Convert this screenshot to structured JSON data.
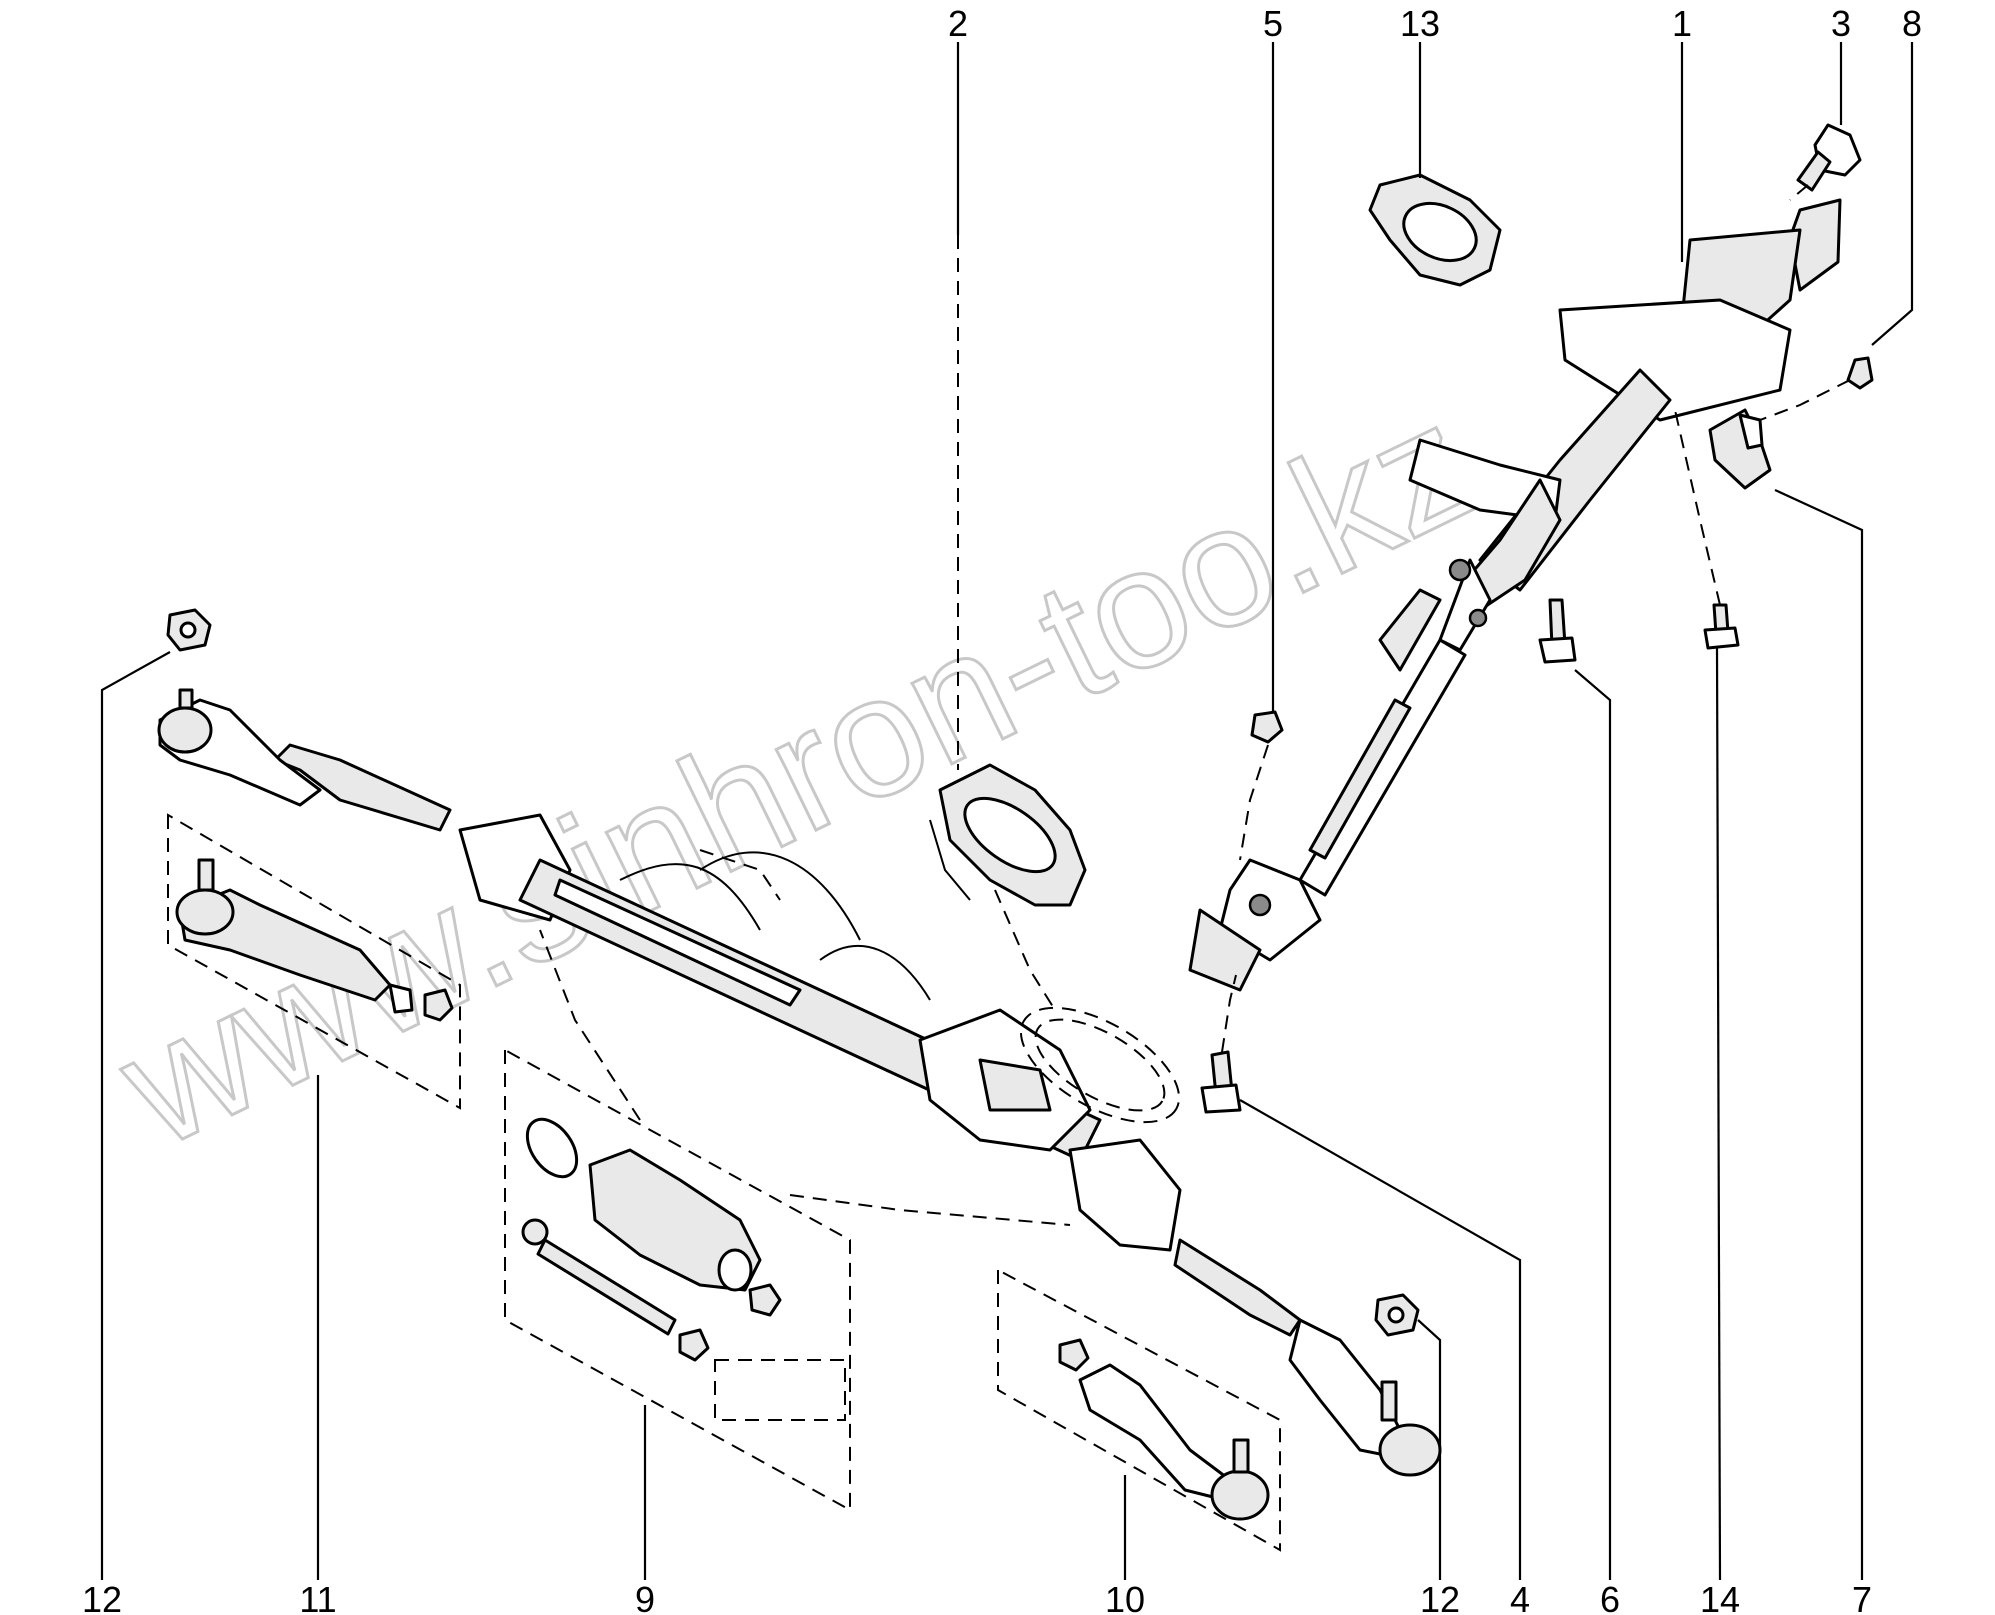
{
  "watermark": "www.sinhron-too.kz",
  "callouts": [
    {
      "id": "c1",
      "text": "1"
    },
    {
      "id": "c2",
      "text": "2"
    },
    {
      "id": "c3",
      "text": "3"
    },
    {
      "id": "c4",
      "text": "4"
    },
    {
      "id": "c5",
      "text": "5"
    },
    {
      "id": "c6",
      "text": "6"
    },
    {
      "id": "c7",
      "text": "7"
    },
    {
      "id": "c8",
      "text": "8"
    },
    {
      "id": "c9",
      "text": "9"
    },
    {
      "id": "c10",
      "text": "10"
    },
    {
      "id": "c11",
      "text": "11"
    },
    {
      "id": "c12a",
      "text": "12"
    },
    {
      "id": "c12b",
      "text": "12"
    },
    {
      "id": "c13",
      "text": "13"
    },
    {
      "id": "c14",
      "text": "14"
    }
  ]
}
